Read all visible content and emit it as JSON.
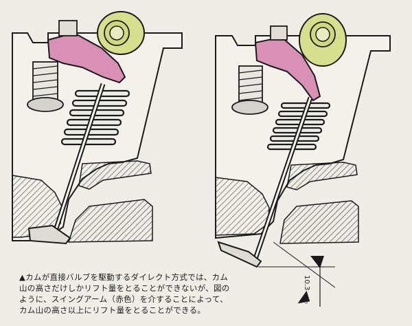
{
  "caption": {
    "lines": [
      "▲カムが直接バルブを駆動するダイレクト方式では、カム",
      "山の高さだけしかリフト量をとることができないが、図の",
      "ように、スイングアーム（赤色）を介することによって、",
      "カム山の高さ以上にリフト量をとることができる。"
    ]
  },
  "lift_dimension": {
    "value": "10.3",
    "unit": "mm"
  },
  "colors": {
    "paper": "#f0ede7",
    "swing_arm": "#d891b4",
    "cam": "#d7df8e",
    "outline": "#1a1a1a",
    "hatch": "#3a3a3a"
  }
}
